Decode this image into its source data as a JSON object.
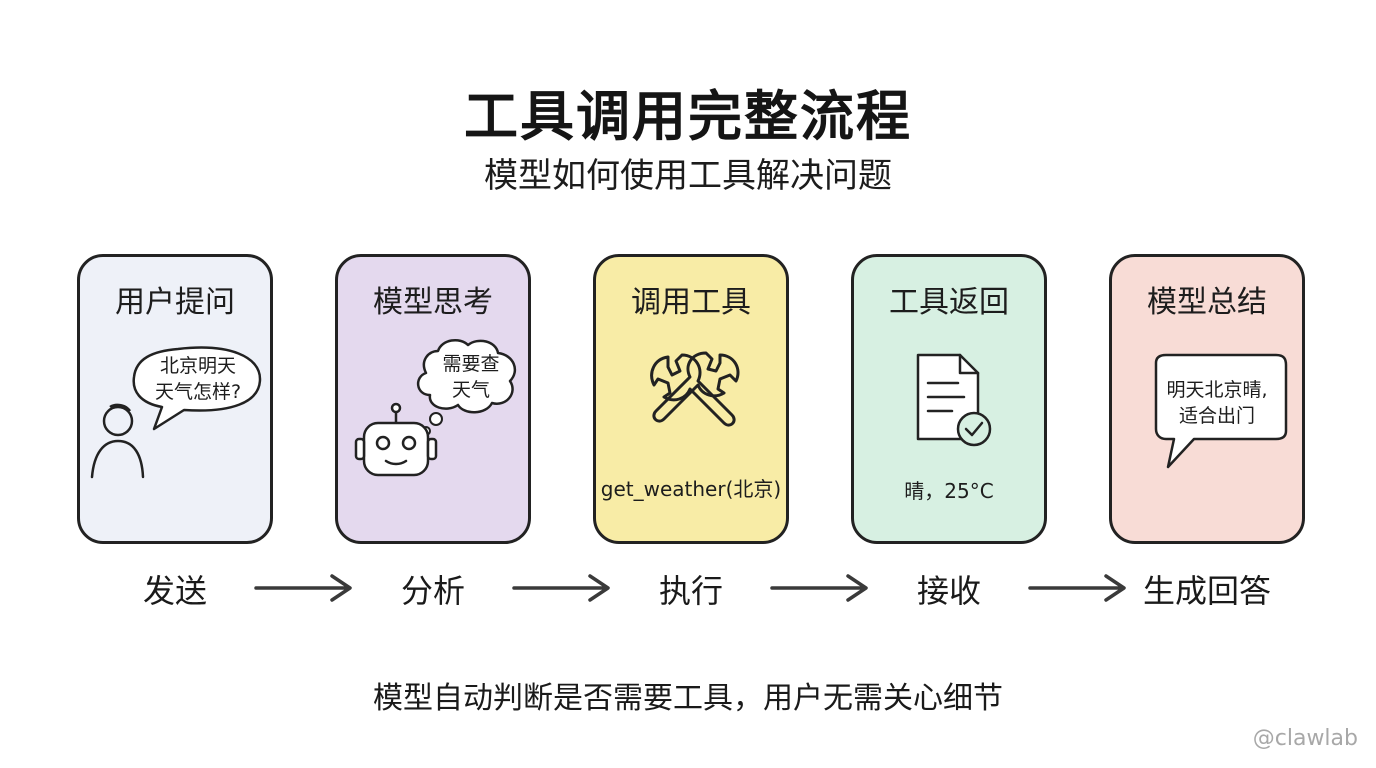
{
  "title": "工具调用完整流程",
  "subtitle": "模型如何使用工具解决问题",
  "cards": [
    {
      "title": "用户提问",
      "bubble_line1": "北京明天",
      "bubble_line2": "天气怎样?",
      "fill": "#eef1f8",
      "icon": "user-person-icon"
    },
    {
      "title": "模型思考",
      "bubble_line1": "需要查",
      "bubble_line2": "天气",
      "fill": "#e4d9ee",
      "icon": "robot-icon"
    },
    {
      "title": "调用工具",
      "caption": "get_weather(北京)",
      "fill": "#f8eca6",
      "icon": "wrench-tools-icon"
    },
    {
      "title": "工具返回",
      "caption": "晴，25°C",
      "fill": "#d7f0e2",
      "icon": "document-check-icon"
    },
    {
      "title": "模型总结",
      "bubble_line1": "明天北京晴,",
      "bubble_line2": "适合出门",
      "fill": "#f8dcd6",
      "icon": "speech-bubble-icon"
    }
  ],
  "steps": [
    "发送",
    "分析",
    "执行",
    "接收",
    "生成回答"
  ],
  "footer": "模型自动判断是否需要工具，用户无需关心细节",
  "watermark": "@clawlab"
}
